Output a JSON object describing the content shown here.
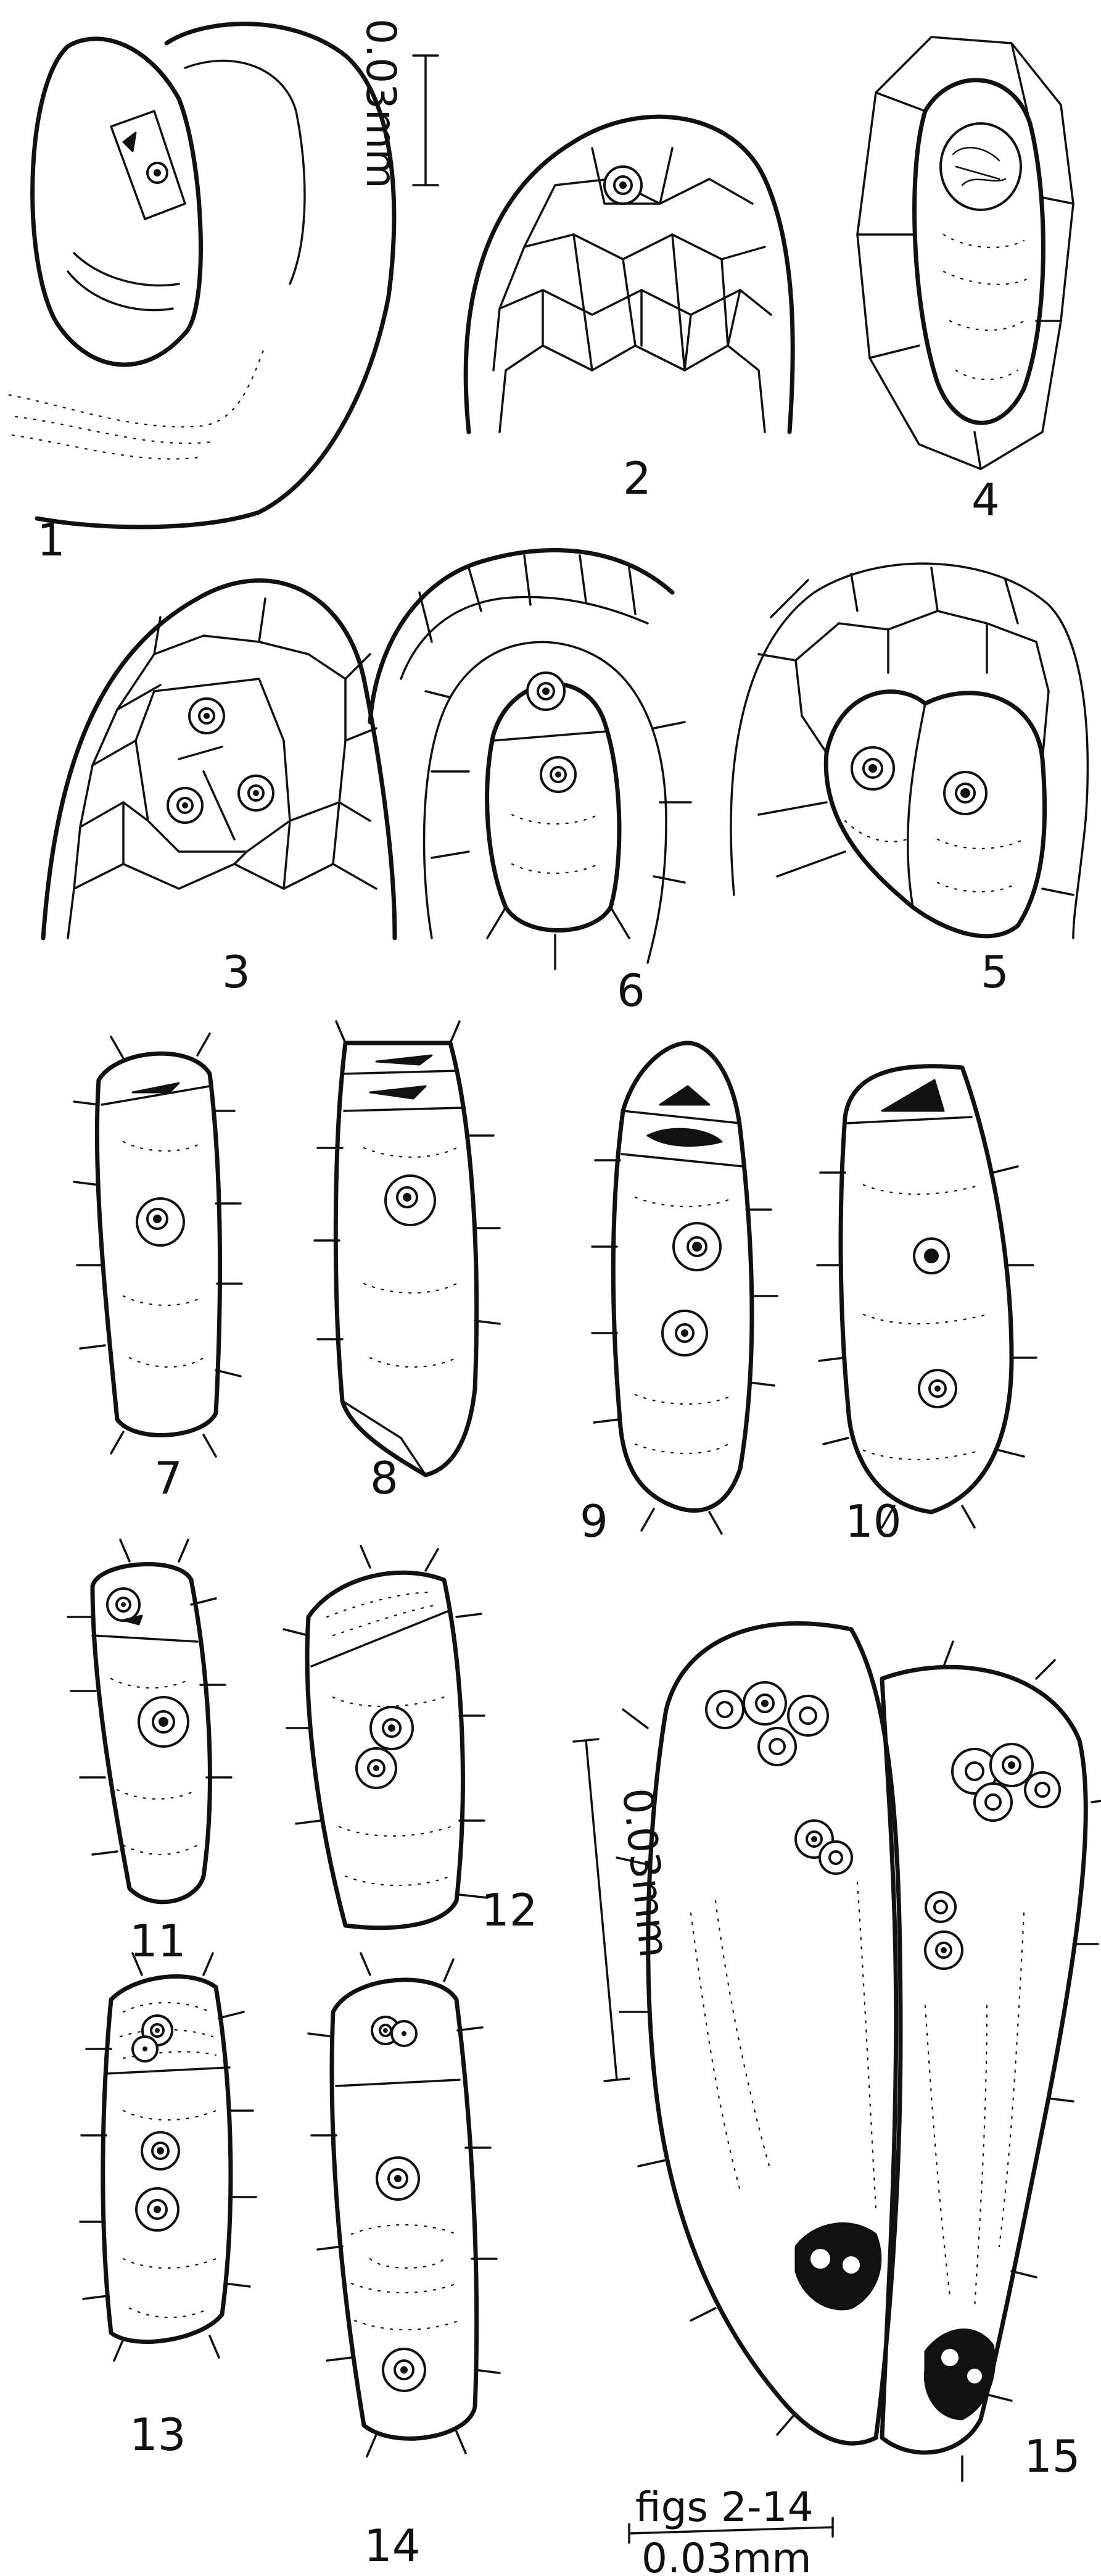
{
  "figures": [
    {
      "id": 1,
      "label": "1"
    },
    {
      "id": 2,
      "label": "2"
    },
    {
      "id": 3,
      "label": "3"
    },
    {
      "id": 4,
      "label": "4"
    },
    {
      "id": 5,
      "label": "5"
    },
    {
      "id": 6,
      "label": "6"
    },
    {
      "id": 7,
      "label": "7"
    },
    {
      "id": 8,
      "label": "8"
    },
    {
      "id": 9,
      "label": "9"
    },
    {
      "id": 10,
      "label": "10"
    },
    {
      "id": 11,
      "label": "11"
    },
    {
      "id": 12,
      "label": "12"
    },
    {
      "id": 13,
      "label": "13"
    },
    {
      "id": 14,
      "label": "14"
    },
    {
      "id": 15,
      "label": "15"
    }
  ],
  "scale_bars": {
    "fig1": "0.03mm",
    "fig15": "0.03mm",
    "figs_2_14_caption": "figs 2-14",
    "figs_2_14": "0.03mm"
  }
}
